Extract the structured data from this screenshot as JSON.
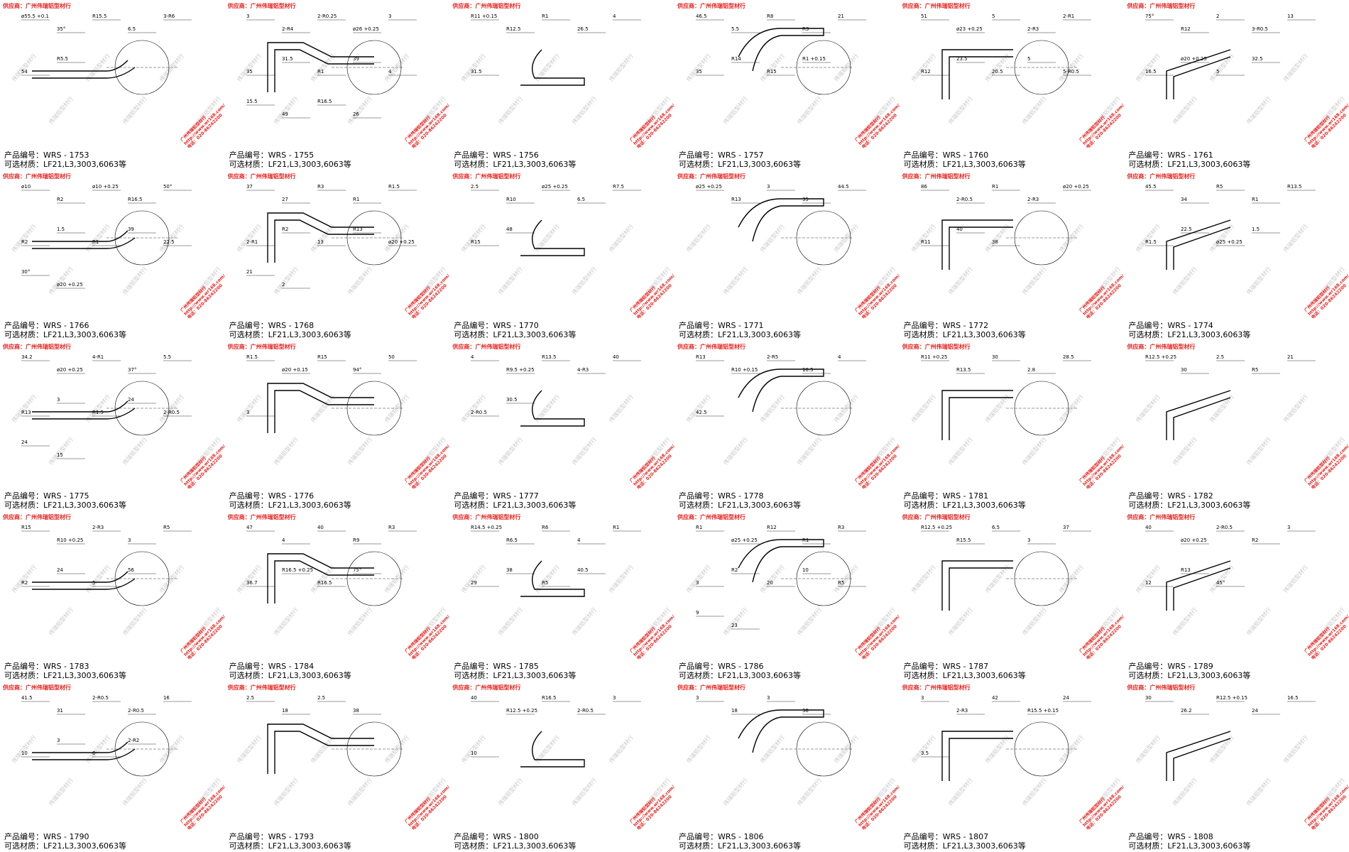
{
  "supplier": "供应商：广州伟瑞铝型材行",
  "watermark": "伟瑞铝型材行",
  "stamp_lines": [
    "广州伟瑞铝型材行",
    "http://www.wr168.com/",
    "电话：020-86242200"
  ],
  "id_prefix": "产品编号：WRS - ",
  "material_label": "可选材质：LF21,L3,3003,6063等",
  "products": [
    {
      "id": "1753",
      "dims": [
        "ø55.5 +0.1",
        "35°",
        "R15.5",
        "6.5",
        "3-R6",
        "54",
        "R5.5"
      ]
    },
    {
      "id": "1755",
      "dims": [
        "3",
        "2-R4",
        "2-R0.25",
        "ø26 +0.25",
        "3",
        "35",
        "31.5",
        "R1",
        "39",
        "4",
        "15.5",
        "49",
        "R16.5",
        "26"
      ]
    },
    {
      "id": "1756",
      "dims": [
        "R11 +0.15",
        "R12.5",
        "R1",
        "26.5",
        "4",
        "31.5"
      ]
    },
    {
      "id": "1757",
      "dims": [
        "46.5",
        "5.5",
        "R8",
        "R3",
        "21",
        "35",
        "R14",
        "R15",
        "R1 +0.15"
      ]
    },
    {
      "id": "1760",
      "dims": [
        "51",
        "ø23 +0.25",
        "5",
        "2-R3",
        "2-R1",
        "R12",
        "23.5",
        "20.5",
        "5",
        "5-R0.5"
      ]
    },
    {
      "id": "1761",
      "dims": [
        "75°",
        "R12",
        "2",
        "3-R0.5",
        "13",
        "16.5",
        "ø20 +0.25",
        "5",
        "32.5"
      ]
    },
    {
      "id": "1766",
      "dims": [
        "ø10",
        "R2",
        "ø10 +0.25",
        "R16.5",
        "50°",
        "R2",
        "1.5",
        "R1",
        "39",
        "22.5",
        "30°",
        "ø20 +0.25"
      ]
    },
    {
      "id": "1768",
      "dims": [
        "37",
        "27",
        "R3",
        "R1",
        "R1.5",
        "2-R1",
        "R2",
        "13",
        "R13",
        "ø20 +0.25",
        "21",
        "2"
      ]
    },
    {
      "id": "1770",
      "dims": [
        "2.5",
        "R10",
        "ø25 +0.25",
        "6.5",
        "R7.5",
        "R15",
        "48"
      ]
    },
    {
      "id": "1771",
      "dims": [
        "ø25 +0.25",
        "R13",
        "3",
        "35",
        "44.5"
      ]
    },
    {
      "id": "1772",
      "dims": [
        "86",
        "2-R0.5",
        "R1",
        "2-R3",
        "ø20 +0.25",
        "R11",
        "40",
        "38"
      ]
    },
    {
      "id": "1774",
      "dims": [
        "45.5",
        "34",
        "R5",
        "R1",
        "R13.5",
        "R1.5",
        "22.5",
        "ø25 +0.25",
        "1.5"
      ]
    },
    {
      "id": "1775",
      "dims": [
        "34.2",
        "ø20 +0.25",
        "4-R1",
        "37°",
        "5.5",
        "R13",
        "3",
        "R1.5",
        "24",
        "2-R0.5",
        "24",
        "15"
      ]
    },
    {
      "id": "1776",
      "dims": [
        "R1.5",
        "ø20 +0.15",
        "R15",
        "94°",
        "50",
        "3"
      ]
    },
    {
      "id": "1777",
      "dims": [
        "4",
        "R9.5 +0.25",
        "R13.5",
        "4-R3",
        "40",
        "2-R0.5",
        "30.5"
      ]
    },
    {
      "id": "1778",
      "dims": [
        "R13",
        "R10 +0.15",
        "2-R5",
        "10.5",
        "4",
        "42.5"
      ]
    },
    {
      "id": "1781",
      "dims": [
        "R11 +0.25",
        "R13.5",
        "30",
        "2.8",
        "28.5"
      ]
    },
    {
      "id": "1782",
      "dims": [
        "R12.5 +0.25",
        "30",
        "2.5",
        "R5",
        "21"
      ]
    },
    {
      "id": "1783",
      "dims": [
        "R15",
        "R10 +0.25",
        "2-R3",
        "3",
        "R5",
        "R2",
        "24",
        "5",
        "56"
      ]
    },
    {
      "id": "1784",
      "dims": [
        "47",
        "4",
        "40",
        "R9",
        "R3",
        "36.7",
        "R16.5 +0.25",
        "R16.5",
        "75°"
      ]
    },
    {
      "id": "1785",
      "dims": [
        "R14.5 +0.25",
        "R6.5",
        "R6",
        "4",
        "R1",
        "29",
        "38",
        "R5",
        "40.5"
      ]
    },
    {
      "id": "1786",
      "dims": [
        "R1",
        "ø25 +0.25",
        "R12",
        "R1",
        "R3",
        "3",
        "R2",
        "20",
        "10",
        "R5",
        "9",
        "23"
      ]
    },
    {
      "id": "1787",
      "dims": [
        "R12.5 +0.25",
        "R15.5",
        "6.5",
        "3",
        "37"
      ]
    },
    {
      "id": "1789",
      "dims": [
        "40",
        "ø20 +0.25",
        "2-R0.5",
        "R2",
        "3",
        "12",
        "R13",
        "45°"
      ]
    },
    {
      "id": "1790",
      "dims": [
        "41.5",
        "31",
        "2-R0.5",
        "2-R0.5",
        "16",
        "10",
        "3",
        "6",
        "2-R2"
      ]
    },
    {
      "id": "1793",
      "dims": [
        "2.5",
        "18",
        "2.5",
        "38"
      ]
    },
    {
      "id": "1800",
      "dims": [
        "40",
        "R12.5 +0.25",
        "R16.5",
        "2-R0.5",
        "3",
        "10"
      ]
    },
    {
      "id": "1806",
      "dims": [
        "3",
        "18",
        "3",
        "38"
      ]
    },
    {
      "id": "1807",
      "dims": [
        "3",
        "2-R3",
        "42",
        "R15.5 +0.15",
        "24",
        "3.5"
      ]
    },
    {
      "id": "1808",
      "dims": [
        "30",
        "26.2",
        "R12.5 +0.15",
        "24",
        "16.5"
      ]
    }
  ]
}
